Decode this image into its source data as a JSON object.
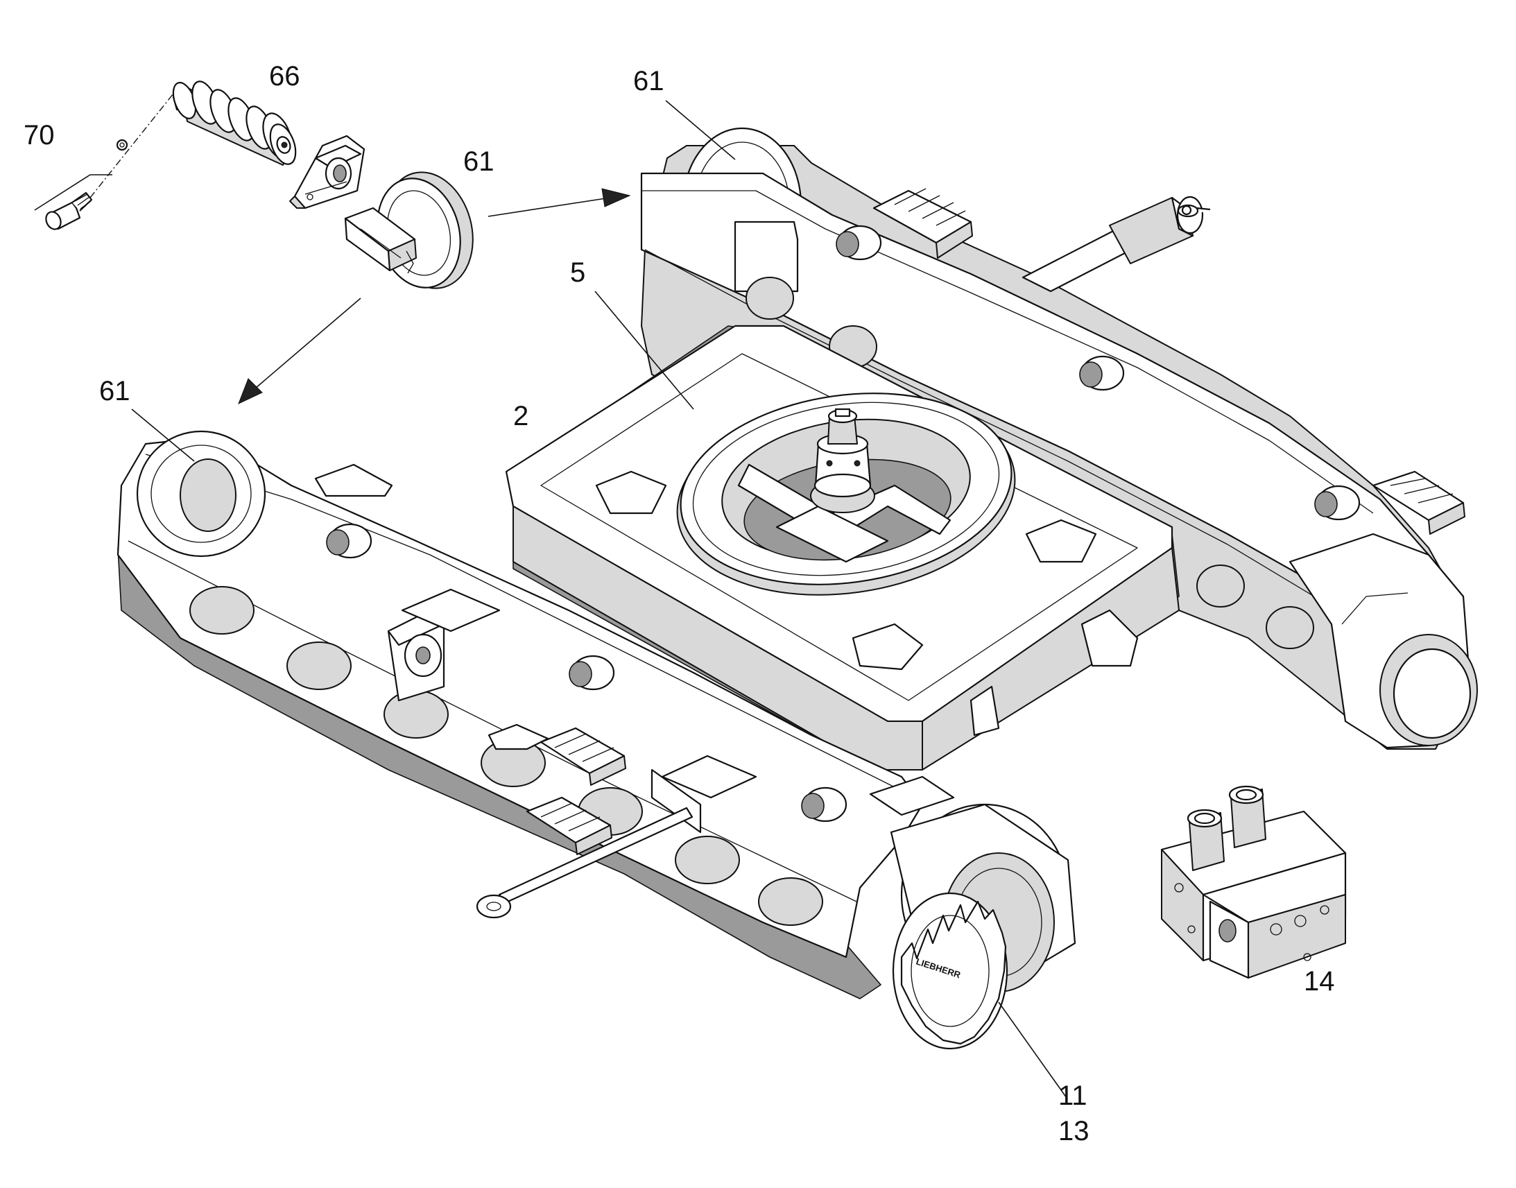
{
  "labels": {
    "p70": "70",
    "p66": "66",
    "p61_top_right": "61",
    "p61_middle": "61",
    "p61_left": "61",
    "p5": "5",
    "p2": "2",
    "p14": "14",
    "p11": "11",
    "p13": "13"
  },
  "sprocket_text": "LIEBHERR"
}
